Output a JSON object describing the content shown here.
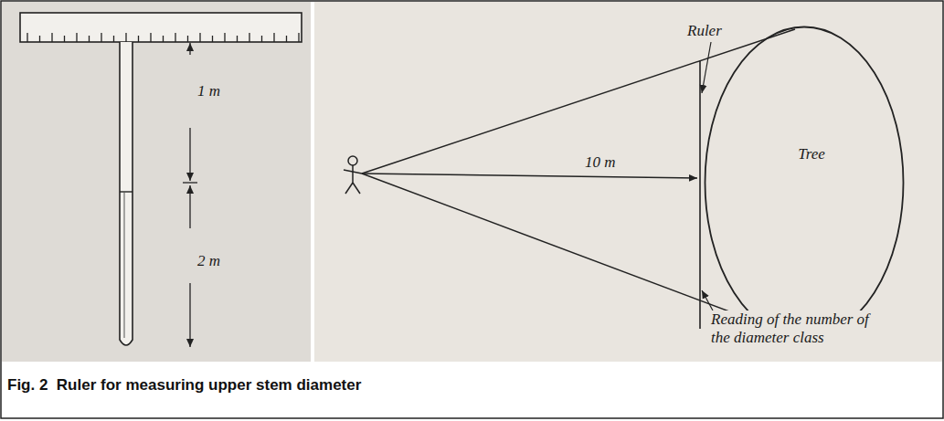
{
  "diagram": {
    "caption": "Fig. 2  Ruler for measuring upper stem diameter",
    "nodes": [
      {
        "text": [
          "Tree"
        ]
      }
    ],
    "labels": [
      "1 m",
      "2 m",
      "Ruler",
      "10 m",
      "Reading of the number of the diameter class"
    ]
  }
}
